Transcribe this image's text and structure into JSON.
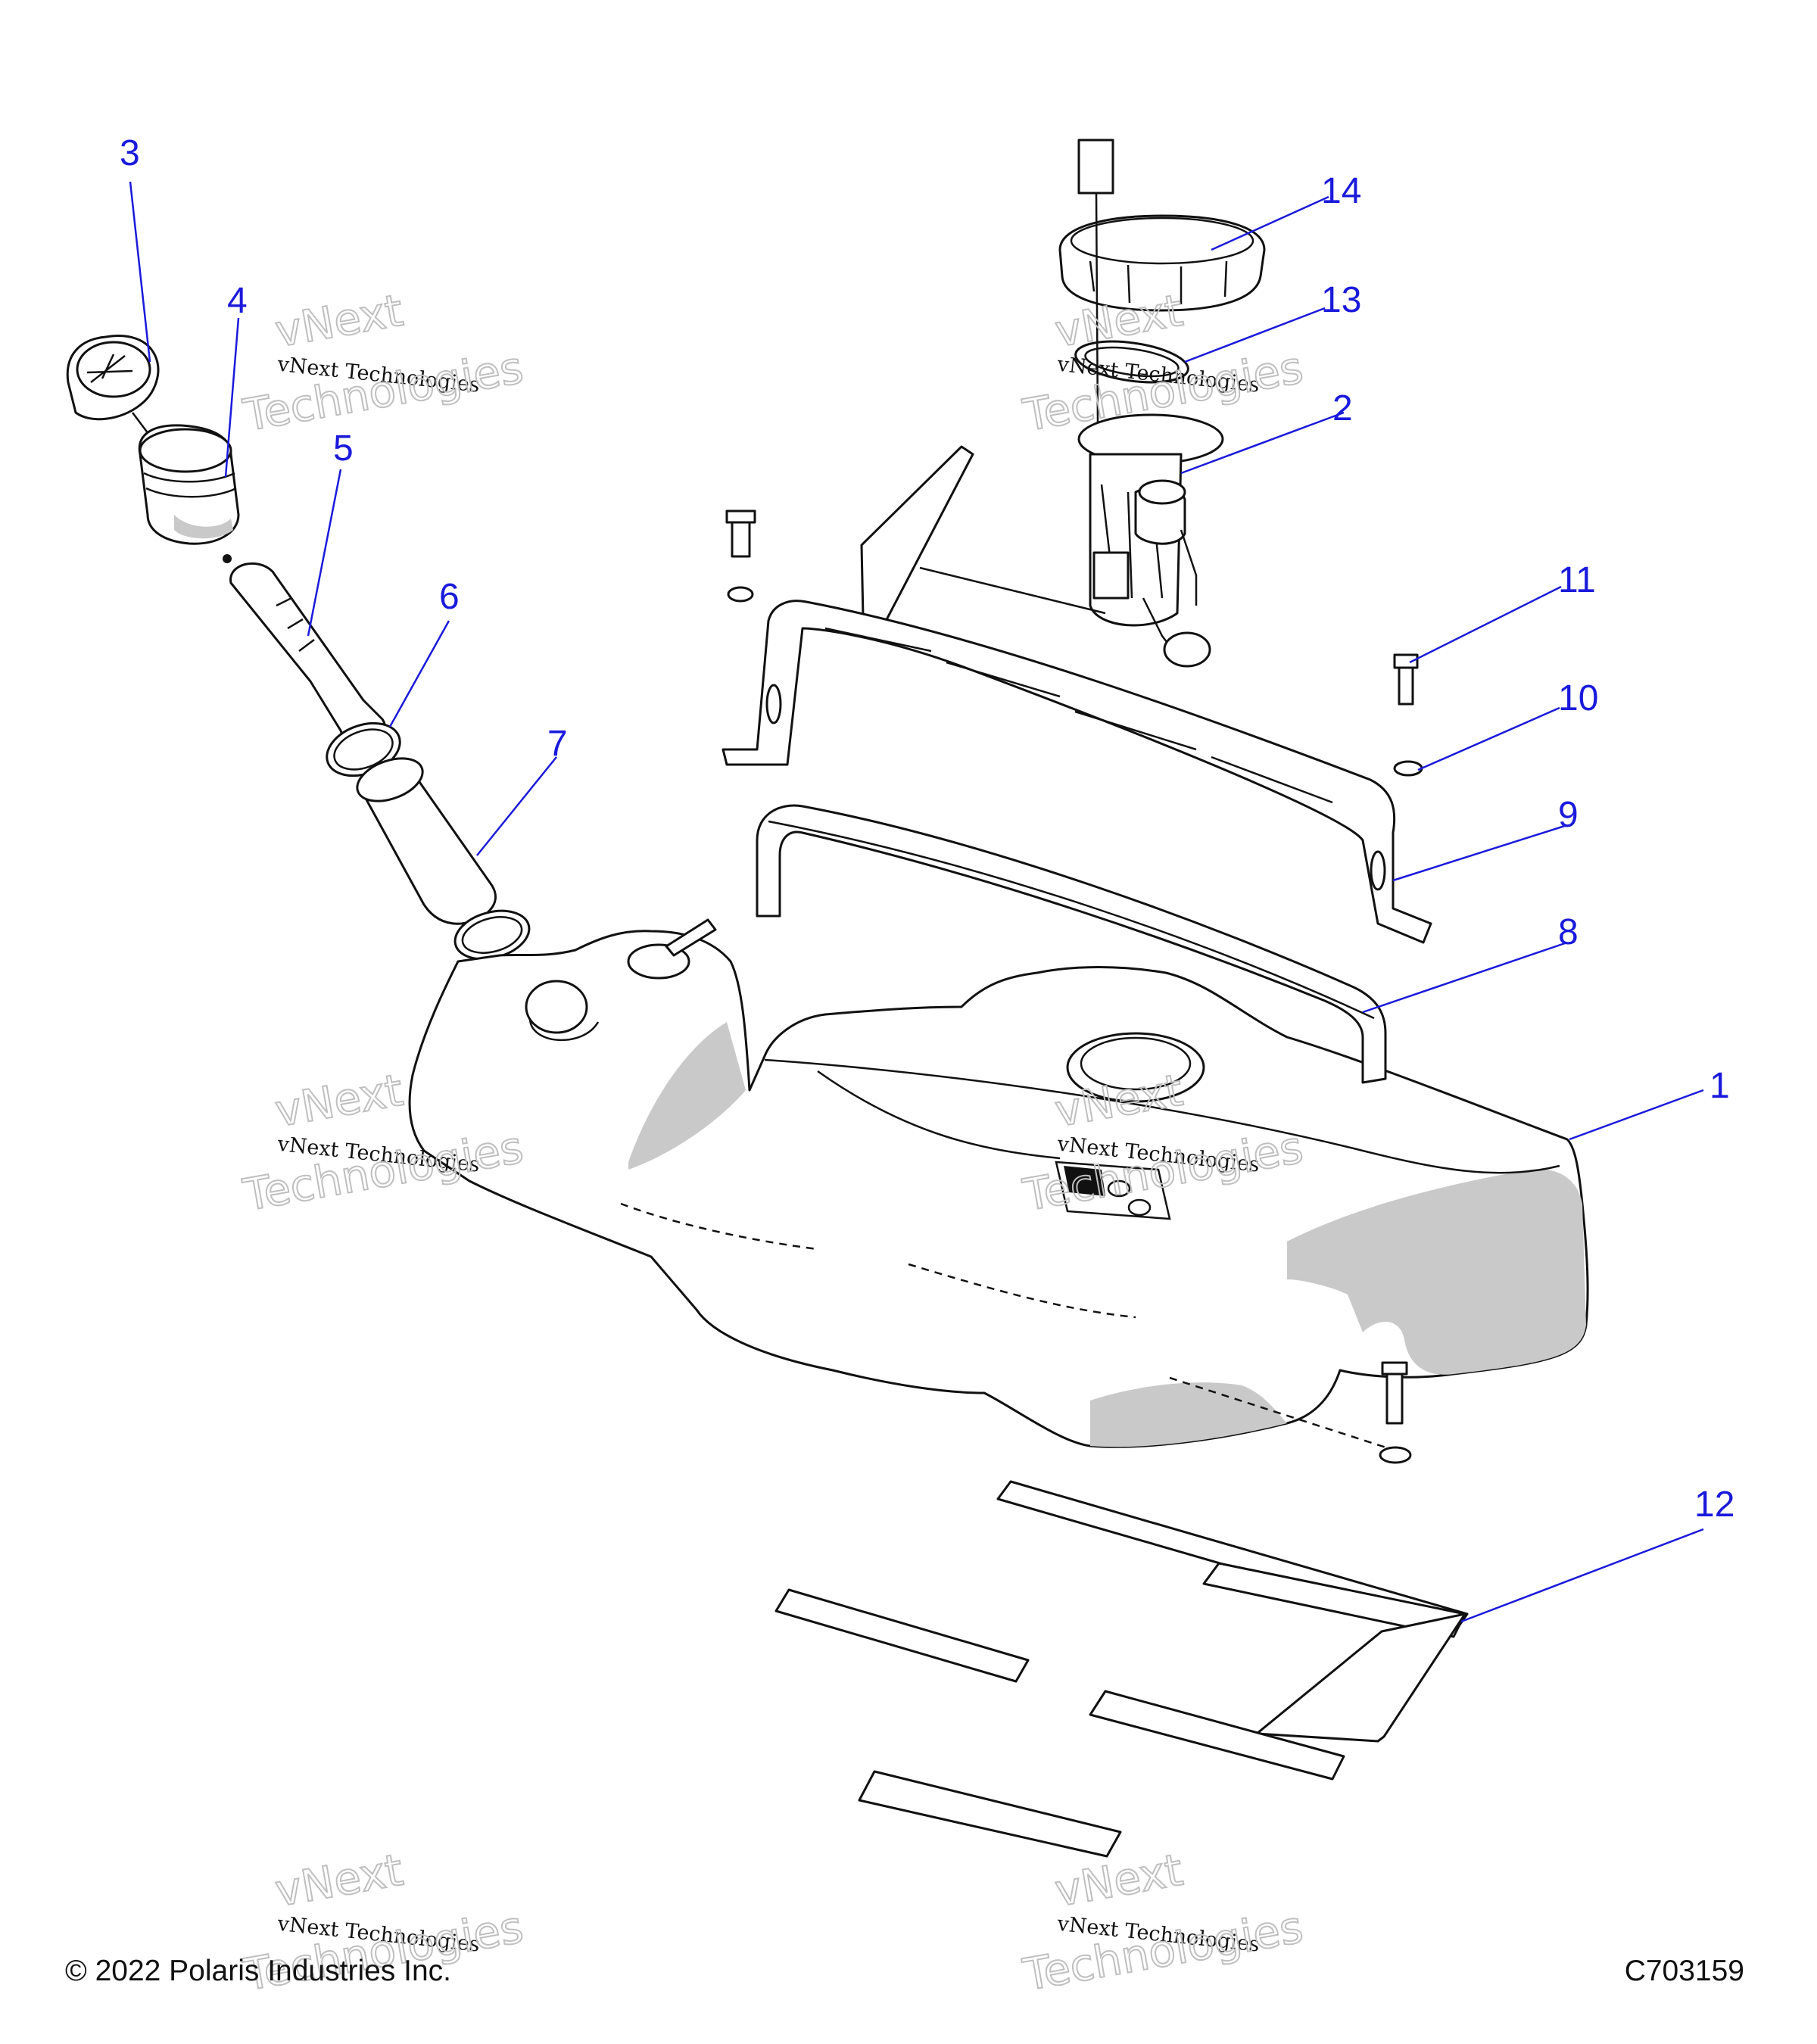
{
  "callouts": [
    {
      "num": "1"
    },
    {
      "num": "2"
    },
    {
      "num": "3"
    },
    {
      "num": "4"
    },
    {
      "num": "5"
    },
    {
      "num": "6"
    },
    {
      "num": "7"
    },
    {
      "num": "8"
    },
    {
      "num": "9"
    },
    {
      "num": "10"
    },
    {
      "num": "11"
    },
    {
      "num": "12"
    },
    {
      "num": "13"
    },
    {
      "num": "14"
    }
  ],
  "watermark": {
    "line1": "vNext",
    "line2": "vNext Technologies",
    "line3": "Technologies"
  },
  "footer": {
    "copyright": "© 2022 Polaris Industries Inc.",
    "drawing_id": "C703159"
  },
  "colors": {
    "callout": "#1a1adc",
    "line": "#111111",
    "shade": "#c9c9c9"
  }
}
